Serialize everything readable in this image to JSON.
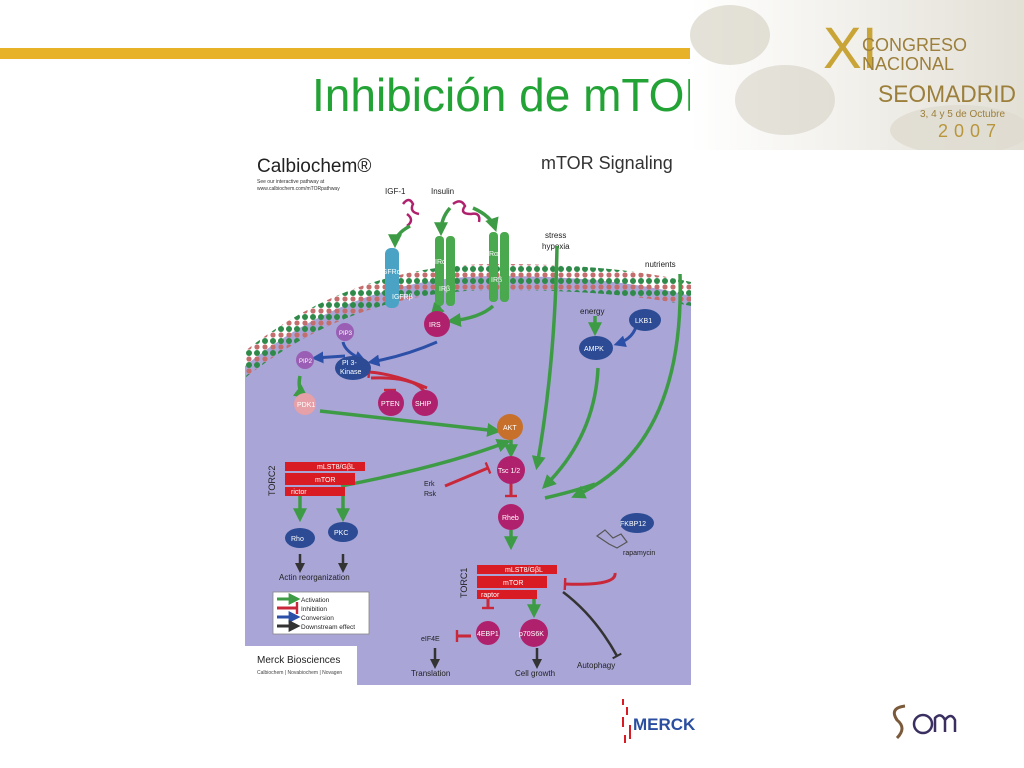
{
  "slide": {
    "title": "Inhibición de mTOR",
    "accent_bar_color": "#e7b228",
    "title_color": "#23a236"
  },
  "congress_logo": {
    "numeral": "XI",
    "line1": "CONGRESO",
    "line2": "NACIONAL",
    "line3": "SEOMADRID",
    "dates": "3, 4 y 5 de Octubre",
    "year": "2007"
  },
  "diagram": {
    "brand": "Calbiochem®",
    "brand_note_1": "See our interactive pathway at",
    "brand_note_2": "www.calbiochem.com/mTORpathway",
    "title": "mTOR Signaling",
    "ligands": {
      "igf": "IGF-1",
      "insulin": "Insulin"
    },
    "stimuli": {
      "stress": "stress",
      "hypoxia": "hypoxia",
      "nutrients": "nutrients",
      "energy": "energy"
    },
    "receptors": {
      "igfra": "IGFRα",
      "igfrb": "IGFRβ",
      "ira1": "IRα",
      "irb1": "IRβ",
      "ira2": "IRα",
      "irb2": "IRβ"
    },
    "nodes": {
      "irs": "IRS",
      "pip3": "PIP3",
      "pip2": "PIP2",
      "pi3k_1": "PI 3-",
      "pi3k_2": "Kinase",
      "pdk1": "PDK1",
      "pten": "PTEN",
      "ship": "SHIP",
      "akt": "AKT",
      "tsc": "Tsc 1/2",
      "rheb": "Rheb",
      "lkb1": "LKB1",
      "ampk": "AMPK",
      "erk": "Erk",
      "rsk": "Rsk",
      "fkbp12": "FKBP12",
      "rapamycin": "rapamycin",
      "rho": "Rho",
      "pkc": "PKC",
      "eif4e": "eIF4E",
      "ebp1": "4EBP1",
      "s6k": "p70S6K"
    },
    "torc2": {
      "label": "TORC2",
      "mlst8": "mLST8/GβL",
      "mtor": "mTOR",
      "partner": "rictor"
    },
    "torc1": {
      "label": "TORC1",
      "mlst8": "mLST8/GβL",
      "mtor": "mTOR",
      "partner": "raptor"
    },
    "outcomes": {
      "actin": "Actin reorganization",
      "translation": "Translation",
      "growth": "Cell growth",
      "autophagy": "Autophagy"
    },
    "legend": {
      "activation": "Activation",
      "inhibition": "Inhibition",
      "conversion": "Conversion",
      "downstream": "Downstream effect"
    },
    "footer": {
      "company": "Merck Biosciences",
      "brands": "Calbiochem | Novabiochem | Novagen"
    }
  },
  "merck_logo": {
    "text": "MERCK"
  },
  "colors": {
    "activation": "#3e9b45",
    "inhibition": "#c8283a",
    "conversion": "#2c4fa8",
    "downstream": "#333333",
    "cell": "#a9a5d6",
    "node_magenta": "#b0216d",
    "node_blue": "#2c4b94",
    "node_orange": "#c7702b",
    "complex_red": "#d91c24"
  }
}
